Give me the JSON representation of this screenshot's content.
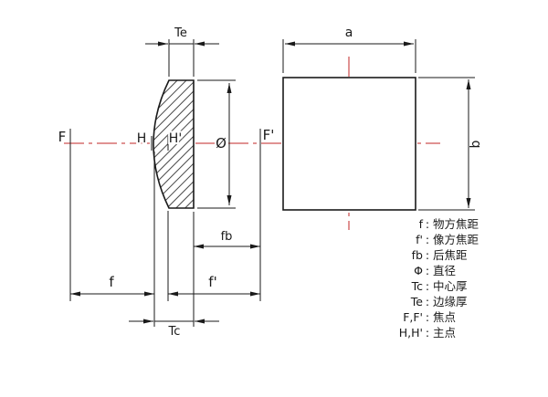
{
  "drawing": {
    "side_view": {
      "point_labels": {
        "F": "F",
        "H": "H",
        "H_prime": "H'",
        "F_prime": "F'"
      },
      "diameter_symbol": "Ø",
      "dim_Te": "Te",
      "dim_fb": "fb",
      "dim_f": "f",
      "dim_f_prime": "f'",
      "dim_Tc": "Tc"
    },
    "front_view": {
      "dim_a": "a",
      "dim_b": "b"
    },
    "colors": {
      "line": "#1a1a1a",
      "centerline": "#c22525",
      "background": "#ffffff"
    }
  },
  "legend": {
    "colon": ":",
    "rows": [
      {
        "sym": "f",
        "def": "物方焦距"
      },
      {
        "sym": "f'",
        "def": "像方焦距"
      },
      {
        "sym": "fb",
        "def": "后焦距"
      },
      {
        "sym": "Φ",
        "def": "直径"
      },
      {
        "sym": "Tc",
        "def": "中心厚"
      },
      {
        "sym": "Te",
        "def": "边缘厚"
      },
      {
        "sym": "F,F'",
        "def": "焦点"
      },
      {
        "sym": "H,H'",
        "def": "主点"
      }
    ]
  }
}
